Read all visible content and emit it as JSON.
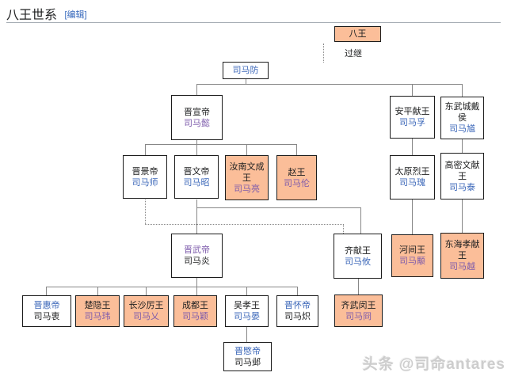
{
  "page": {
    "title": "八王世系",
    "edit_label": "[编辑]"
  },
  "legend": {
    "prince_label": "八王",
    "adoption_label": "过继"
  },
  "colors": {
    "highlight": "#FBBE99",
    "link": "#3A66B8",
    "visited": "#7D5BAB",
    "line": "#878787",
    "border": "#1c1c1c",
    "edit_link": "#3366bb",
    "rule": "#a7aeb5",
    "watermark": "#cdcdcd"
  },
  "nodes": {
    "simafang": {
      "name": "司马防"
    },
    "xuandi": {
      "title": "晋宣帝",
      "name": "司马懿"
    },
    "anping": {
      "title": "安平献王",
      "name": "司马孚"
    },
    "dongwucheng": {
      "title": "东武城戴侯",
      "name": "司马馗"
    },
    "jingdi": {
      "title": "晋景帝",
      "name": "司马师"
    },
    "wendi": {
      "title": "晋文帝",
      "name": "司马昭"
    },
    "runan": {
      "title": "汝南文成王",
      "name": "司马亮"
    },
    "zhaowang": {
      "title": "赵王",
      "name": "司马伦"
    },
    "taiyuan": {
      "title": "太原烈王",
      "name": "司马瑰"
    },
    "gaomi": {
      "title": "高密文献王",
      "name": "司马泰"
    },
    "wudi": {
      "title": "晋武帝",
      "name": "司马炎"
    },
    "qixian": {
      "title": "齐献王",
      "name": "司马攸"
    },
    "hejian": {
      "title": "河间王",
      "name": "司马颙"
    },
    "donghai": {
      "title": "东海孝献王",
      "name": "司马越"
    },
    "huidi": {
      "title": "晋惠帝",
      "name": "司马衷"
    },
    "chuyin": {
      "title": "楚隐王",
      "name": "司马玮"
    },
    "changsha": {
      "title": "长沙厉王",
      "name": "司马乂"
    },
    "chengdu": {
      "title": "成都王",
      "name": "司马颖"
    },
    "wuxiao": {
      "title": "吴孝王",
      "name": "司马晏"
    },
    "huaidi": {
      "title": "晋怀帝",
      "name": "司马炽"
    },
    "qiwumin": {
      "title": "齐武闵王",
      "name": "司马冏"
    },
    "mindi": {
      "title": "晋愍帝",
      "name": "司马邺"
    }
  },
  "watermark": {
    "text": "头条 @司命antares"
  }
}
